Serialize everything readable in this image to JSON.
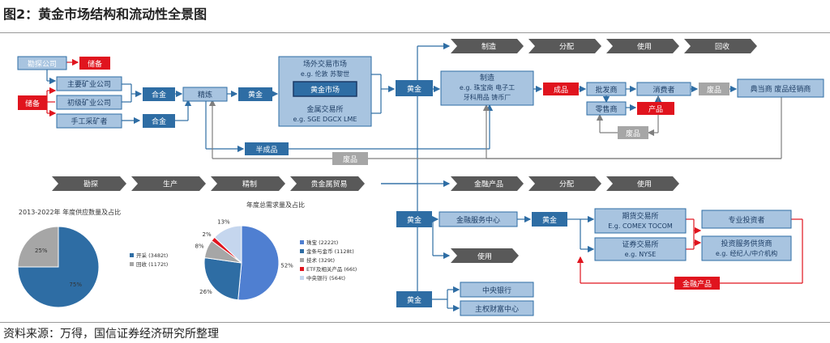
{
  "title": "图2：黄金市场结构和流动性全景图",
  "source": "资料来源：万得，国信证券经济研究所整理",
  "colors": {
    "dark_blue": "#2e6da4",
    "light_blue": "#a8c4e0",
    "red": "#e0141e",
    "gray": "#a6a6a6",
    "arrow_gray": "#7f7f7f"
  },
  "nodes": {
    "kantan_gongsi": "勘探公司",
    "chubei1": "储备",
    "chubei2": "储备",
    "zhuyao_kuangye": "主要矿业公司",
    "chuji_kuangye": "初级矿业公司",
    "shougong": "手工采矿者",
    "hejin1": "合金",
    "hejin2": "合金",
    "jinglian": "精炼",
    "huangjin1": "黄金",
    "otc_title": "场外交易市场",
    "otc_eg": "e.g. 伦敦 苏黎世",
    "huangjin_shichang": "黄金市场",
    "exch_title": "金属交易所",
    "exch_eg": "e.g. SGE DGCX LME",
    "banchengpin": "半成品",
    "feipin_long": "废品",
    "huangjin2": "黄金",
    "zhizao_title": "制造",
    "zhizao_eg1": "e.g. 珠宝商 电子工",
    "zhizao_eg2": "牙科用品 铸币厂",
    "chengpin": "成品",
    "pifashang": "批发商",
    "lingshoushang": "零售商",
    "chanpin": "产品",
    "xiaofeizhe": "消费者",
    "feipin1": "废品",
    "feipin2": "废品",
    "diandang": "典当商 废品经销商",
    "huangjin3": "黄金",
    "jinrong_zhongxin": "金融服务中心",
    "huangjin4": "黄金",
    "qihuo_title": "期货交易所",
    "qihuo_eg": "E.g. COMEX TOCOM",
    "zhengquan_title": "证券交易所",
    "zhengquan_eg": "e.g. NYSE",
    "zhuanye": "专业投资者",
    "touzi_title": "投资服务供货商",
    "touzi_eg": "e.g. 经纪人/中介机构",
    "jinrong_chanpin_red": "金融产品",
    "shiyong_mid": "使用",
    "huangjin5": "黄金",
    "zhongyang": "中央银行",
    "zhuquan": "主权财富中心"
  },
  "top_chevrons": [
    "制造",
    "分配",
    "使用",
    "回收"
  ],
  "mid_chevrons_left": [
    "勘探",
    "生产",
    "精制",
    "贵金属贸易"
  ],
  "mid_chevrons_right": [
    "金融产品",
    "分配",
    "使用"
  ],
  "chart_data": [
    {
      "type": "pie",
      "title": "2013-2022年 年度供应数量及占比",
      "categories": [
        "开采 (3482t)",
        "回收 (1172t)"
      ],
      "values": [
        75,
        25
      ],
      "labels": [
        "75%",
        "25%"
      ],
      "colors": [
        "#2e6da4",
        "#a6a6a6"
      ]
    },
    {
      "type": "pie",
      "title": "年度总需求量及占比",
      "categories": [
        "珠宝 (2222t)",
        "金条与金币 (1128t)",
        "技术 (329t)",
        "ETF及相关产品 (66t)",
        "中央银行 (564t)"
      ],
      "values": [
        52,
        26,
        8,
        2,
        13
      ],
      "labels": [
        "52%",
        "26%",
        "8%",
        "2%",
        "13%"
      ],
      "colors": [
        "#4f7fd1",
        "#2e6da4",
        "#a6a6a6",
        "#e0141e",
        "#c5d6ee"
      ]
    }
  ]
}
